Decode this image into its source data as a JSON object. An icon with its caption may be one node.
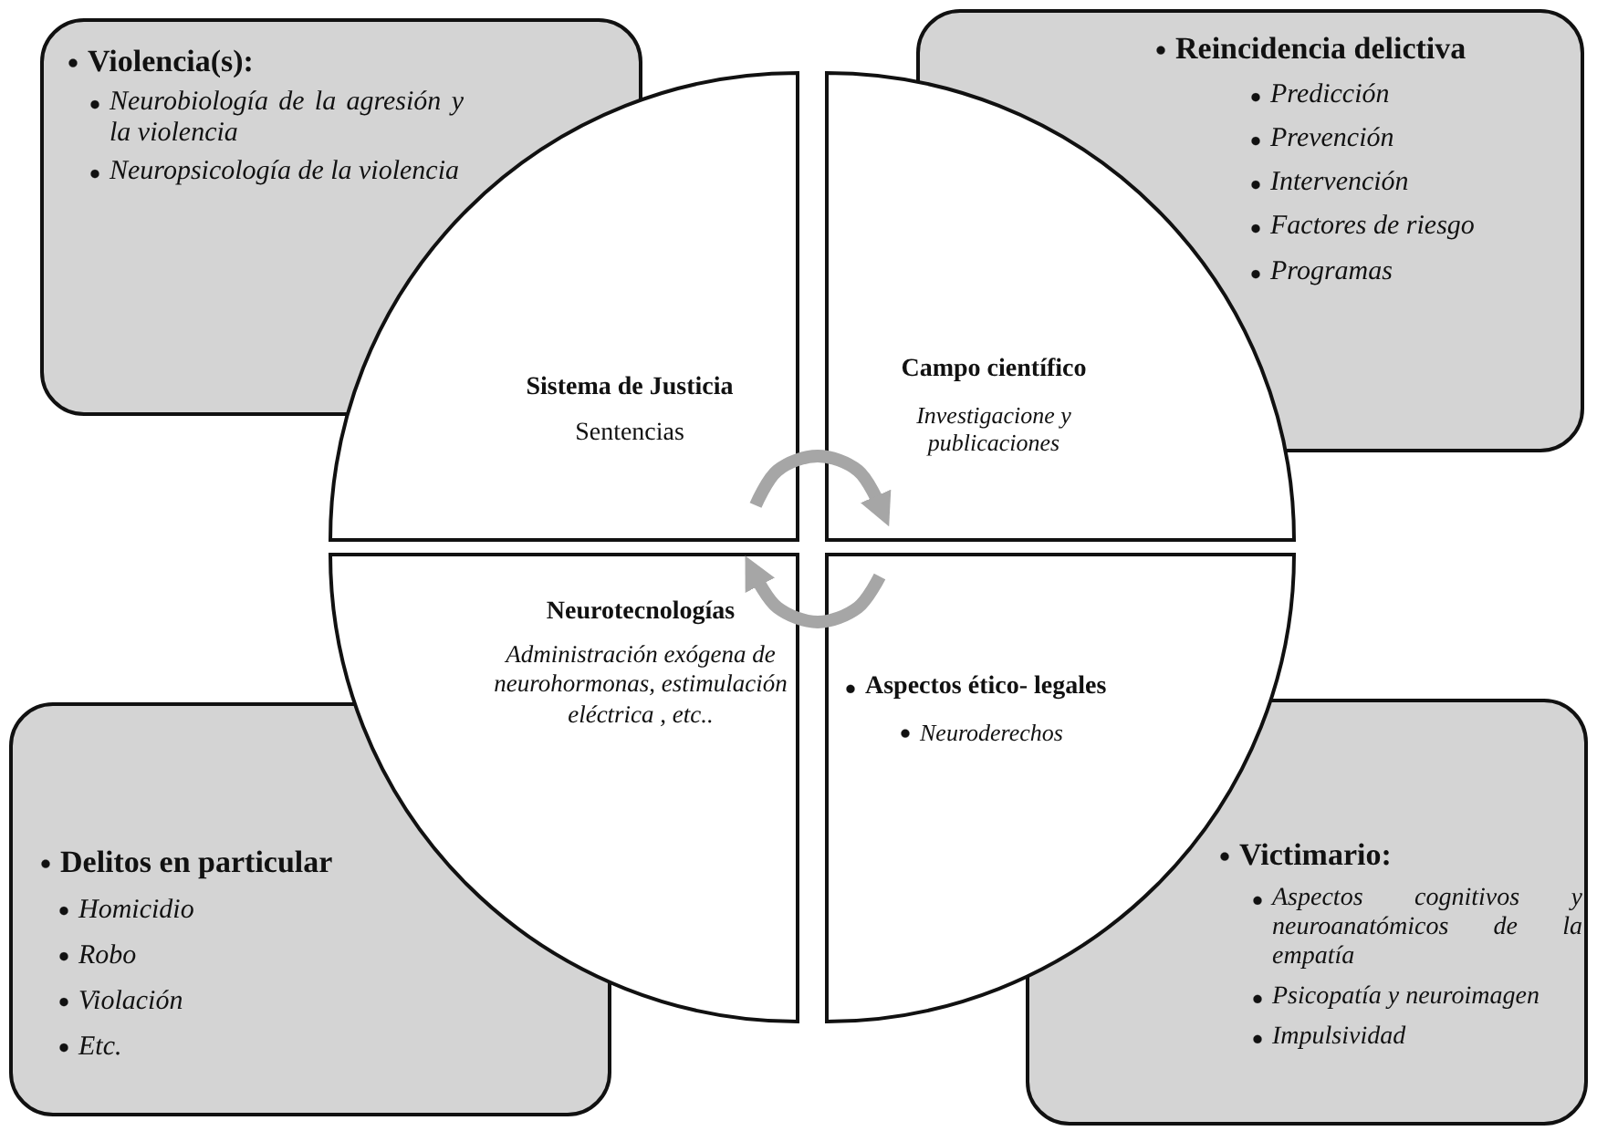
{
  "diagram": {
    "nodes": [
      {
        "text": [
          "Violencia(s):",
          "Neurobiología de la agresión y la violencia",
          "Neuropsicología de la violencia"
        ]
      },
      {
        "text": [
          "Reincidencia delictiva",
          "Predicción",
          "Prevención",
          "Intervención",
          "Factores de riesgo",
          "Programas"
        ]
      },
      {
        "text": [
          "Sistema de Justicia",
          "Sentencias"
        ]
      },
      {
        "text": [
          "Campo científico",
          "Investigacione y publicaciones"
        ]
      },
      {
        "text": [
          "Neurotecnologías",
          "Administración exógena de neurohormonas, estimulación eléctrica , etc.."
        ]
      },
      {
        "text": [
          "Aspectos ético- legales",
          "Neuroderechos"
        ]
      },
      {
        "text": [
          "Delitos en particular",
          "Homicidio",
          "Robo",
          "Violación",
          "Etc."
        ]
      },
      {
        "text": [
          "Victimario:",
          "Aspectos cognitivos y neuroanatómicos de la empatía",
          "Psicopatía y neuroimagen",
          "Impulsividad"
        ]
      }
    ],
    "edges": [
      {
        "from": 2,
        "to": 3,
        "arrow": "to",
        "color": "#a6a6a6"
      },
      {
        "from": 5,
        "to": 4,
        "arrow": "to",
        "color": "#a6a6a6"
      }
    ]
  }
}
